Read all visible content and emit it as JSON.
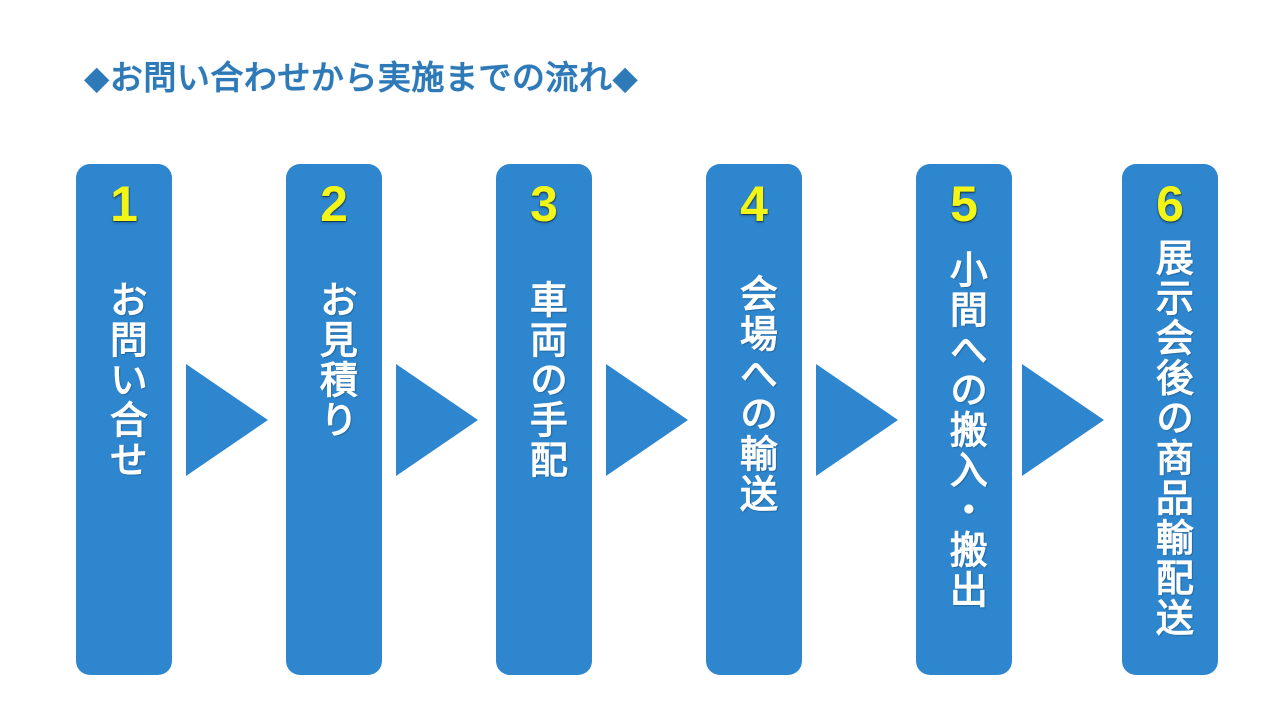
{
  "title": {
    "text": "◆お問い合わせから実施までの流れ◆",
    "color": "#2e7ab8"
  },
  "colors": {
    "card_blue": "#2e86ce",
    "arrow_blue": "#2e86ce",
    "number_yellow": "#f2f516",
    "label_white": "#ffffff",
    "background": "#ffffff"
  },
  "flow": {
    "steps": [
      {
        "number": "1",
        "label": "お問い合せ"
      },
      {
        "number": "2",
        "label": "お見積り"
      },
      {
        "number": "3",
        "label": "車両の手配"
      },
      {
        "number": "4",
        "label": "会場への輸送"
      },
      {
        "number": "5",
        "label": "小間への搬入・搬出"
      },
      {
        "number": "6",
        "label": "展示会後の商品輸配送"
      }
    ],
    "arrows": [
      {
        "name": "arrow-1-to-2"
      },
      {
        "name": "arrow-2-to-3"
      },
      {
        "name": "arrow-3-to-4"
      },
      {
        "name": "arrow-4-to-5"
      },
      {
        "name": "arrow-5-to-6"
      }
    ]
  }
}
